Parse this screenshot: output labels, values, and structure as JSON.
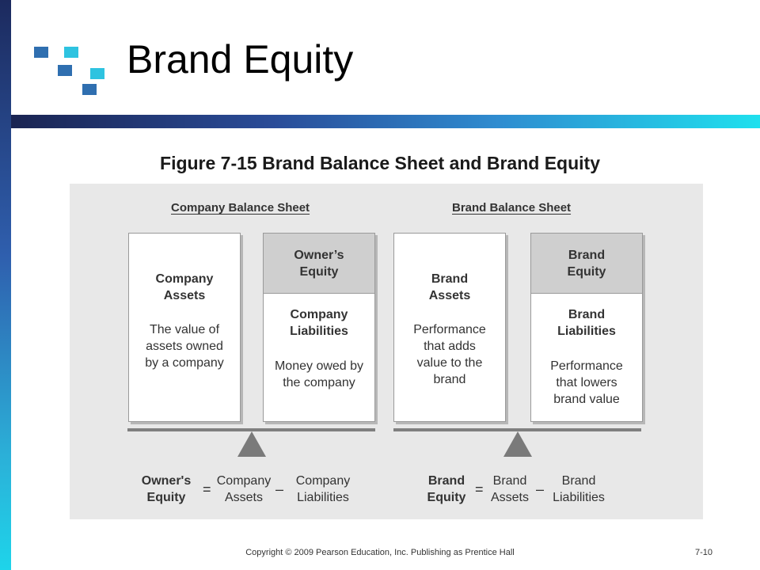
{
  "slide": {
    "title": "Brand Equity",
    "figure_caption": "Figure 7-15 Brand Balance Sheet and Brand Equity",
    "footer": "Copyright © 2009 Pearson Education, Inc.  Publishing as Prentice Hall",
    "page_number": "7-10",
    "colors": {
      "accent_dark": "#1a2452",
      "accent_light": "#1fe0ee",
      "logo_blue": "#2f6fb0",
      "logo_cyan": "#2ec3e0"
    }
  },
  "company": {
    "heading": "Company Balance Sheet",
    "assets_title": "Company Assets",
    "assets_desc": "The value of assets owned by a company",
    "equity_title": "Owner’s Equity",
    "liabilities_title": "Company Liabilities",
    "liabilities_desc": "Money owed by the company",
    "equation": {
      "lhs": "Owner's Equity",
      "equals": "=",
      "term1": "Company Assets",
      "minus": "–",
      "term2": "Company Liabilities"
    }
  },
  "brand": {
    "heading": "Brand Balance Sheet",
    "assets_title": "Brand Assets",
    "assets_desc": "Performance that adds value to the brand",
    "equity_title": "Brand Equity",
    "liabilities_title": "Brand Liabilities",
    "liabilities_desc": "Performance that lowers brand value",
    "equation": {
      "lhs": "Brand Equity",
      "equals": "=",
      "term1": "Brand Assets",
      "minus": "–",
      "term2": "Brand Liabilities"
    }
  }
}
